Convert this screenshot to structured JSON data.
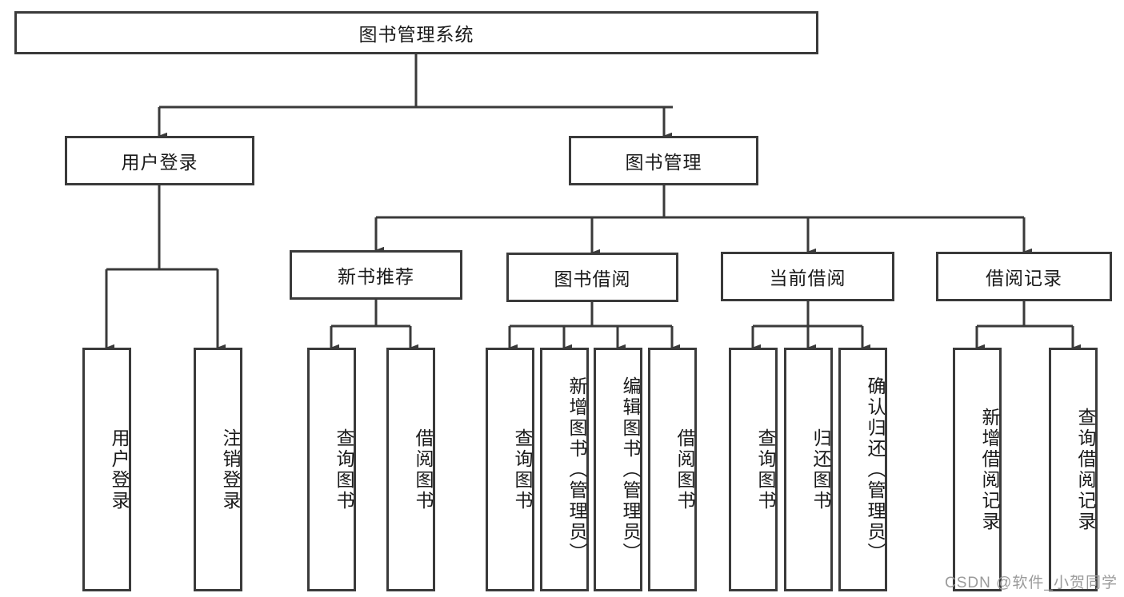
{
  "diagram": {
    "title": "图书管理系统",
    "type": "tree-hierarchy",
    "root": {
      "label": "图书管理系统"
    },
    "level2": [
      {
        "label": "用户登录"
      },
      {
        "label": "图书管理"
      }
    ],
    "level3": [
      {
        "label": "新书推荐"
      },
      {
        "label": "图书借阅"
      },
      {
        "label": "当前借阅"
      },
      {
        "label": "借阅记录"
      }
    ],
    "leaves": {
      "user_login": [
        {
          "label": "用户登录"
        },
        {
          "label": "注销登录"
        }
      ],
      "new_book_recommend": [
        {
          "label": "查询图书"
        },
        {
          "label": "借阅图书"
        }
      ],
      "book_borrow": [
        {
          "label": "查询图书"
        },
        {
          "label": "新增图书（管理员）"
        },
        {
          "label": "编辑图书（管理员）"
        },
        {
          "label": "借阅图书"
        }
      ],
      "current_borrow": [
        {
          "label": "查询图书"
        },
        {
          "label": "归还图书"
        },
        {
          "label": "确认归还（管理员）"
        }
      ],
      "borrow_record": [
        {
          "label": "新增借阅记录"
        },
        {
          "label": "查询借阅记录"
        }
      ]
    }
  },
  "watermark": {
    "text": "CSDN @软件_小贺同学"
  },
  "colors": {
    "stroke": "#3a3a3a",
    "text": "#1a1a1a",
    "background": "#ffffff",
    "watermark": "#9b9b9b"
  }
}
